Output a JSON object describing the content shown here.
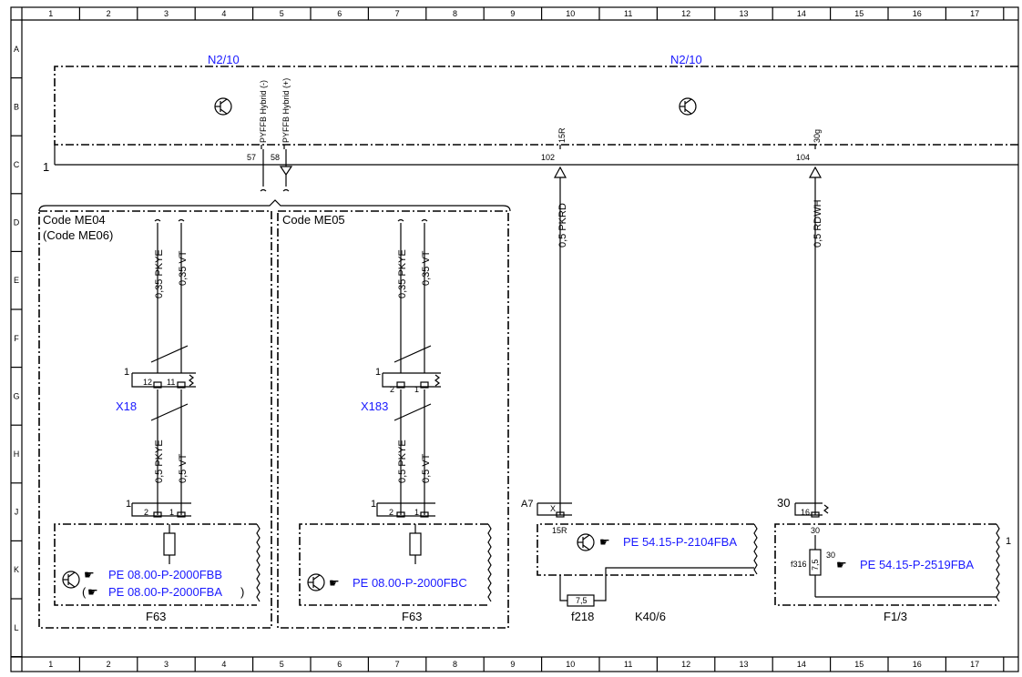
{
  "grid": {
    "cols": [
      "1",
      "2",
      "3",
      "4",
      "5",
      "6",
      "7",
      "8",
      "9",
      "10",
      "11",
      "12",
      "13",
      "14",
      "15",
      "16",
      "17"
    ],
    "rows": [
      "A",
      "B",
      "C",
      "D",
      "E",
      "F",
      "G",
      "H",
      "J",
      "K",
      "L"
    ]
  },
  "n210": {
    "label_left": "N2/10",
    "label_right": "N2/10"
  },
  "pins": {
    "p57": "57",
    "p58": "58",
    "p102": "102",
    "p104": "104",
    "sig57": "PYFFB Hybrid (-)",
    "sig58": "PYFFB Hybrid (+)",
    "sig102": "15R",
    "sig104": "30g"
  },
  "bus_label": "1",
  "code_me04": {
    "title": "Code ME04",
    "subtitle": "(Code ME06)"
  },
  "code_me05": {
    "title": "Code ME05"
  },
  "wires_left": {
    "top1": "0,35 PKYE",
    "top2": "0,35 VT",
    "bot1": "0,5 PKYE",
    "bot2": "0,5 VT"
  },
  "wires_mid": {
    "top1": "0,35 PKYE",
    "top2": "0,35 VT",
    "bot1": "0,5 PKYE",
    "bot2": "0,5 VT"
  },
  "wire_pkrd": "0,5 PKRD",
  "wire_rdwh": "0,5 RDWH",
  "x18": {
    "name": "X18",
    "pin_a": "12",
    "pin_b": "11",
    "bus": "1"
  },
  "x183": {
    "name": "X183",
    "pin_a": "2",
    "pin_b": "1",
    "bus": "1"
  },
  "f63_left": {
    "bus": "1",
    "pin_a": "2",
    "pin_b": "1",
    "ref1": "PE 08.00-P-2000FBB",
    "ref2": "PE 08.00-P-2000FBA",
    "paren_open": "(",
    "paren_close": ")",
    "label": "F63"
  },
  "f63_mid": {
    "bus": "1",
    "pin_a": "2",
    "pin_b": "1",
    "ref": "PE 08.00-P-2000FBC",
    "label": "F63"
  },
  "k40": {
    "tag": "A7",
    "pin": "X",
    "pin_sig": "15R",
    "ref": "PE 54.15-P-2104FBA",
    "fuse_value": "7,5",
    "fuse_name": "f218",
    "label": "K40/6"
  },
  "f13": {
    "tag": "30",
    "pin": "16",
    "pin_sig": "30",
    "fuse_name": "f316",
    "fuse_value": "7,5",
    "ref": "PE 54.15-P-2519FBA",
    "label": "F1/3",
    "side": "1"
  },
  "colors": {
    "link": "#1a1aff",
    "line": "#000000"
  }
}
